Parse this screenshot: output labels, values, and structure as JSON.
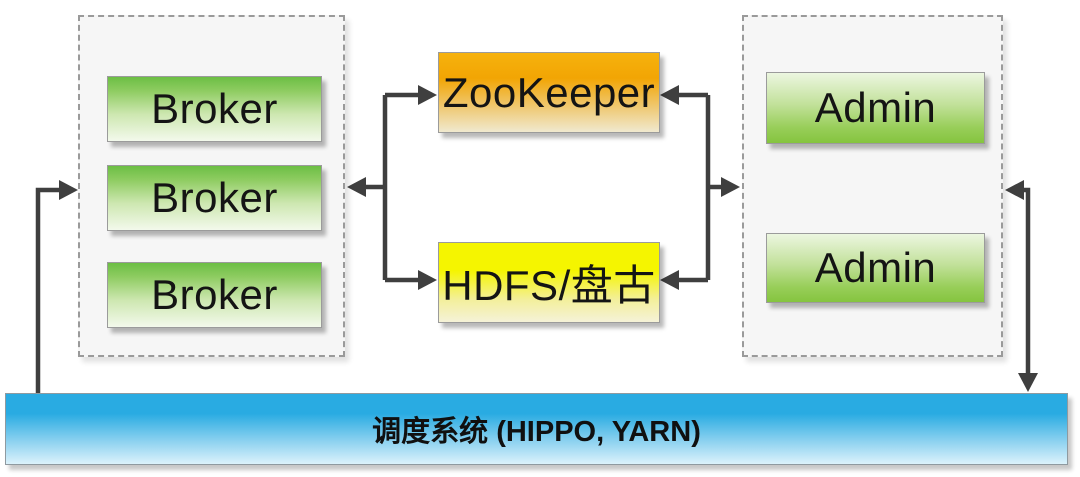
{
  "nodes": {
    "brokers": [
      {
        "label": "Broker"
      },
      {
        "label": "Broker"
      },
      {
        "label": "Broker"
      }
    ],
    "zookeeper": {
      "label": "ZooKeeper"
    },
    "hdfs": {
      "label": "HDFS/盘古"
    },
    "admins": [
      {
        "label": "Admin"
      },
      {
        "label": "Admin"
      }
    ],
    "scheduler": {
      "label": "调度系统 (HIPPO, YARN)"
    }
  },
  "colors": {
    "node_green": "#6cbe44",
    "node_orange": "#f2a504",
    "node_yellow": "#f5f500",
    "scheduler_cyan": "#29abe2",
    "arrow_gray": "#3f3f3f",
    "group_background": "#f6f6f6",
    "text": "#141414"
  }
}
